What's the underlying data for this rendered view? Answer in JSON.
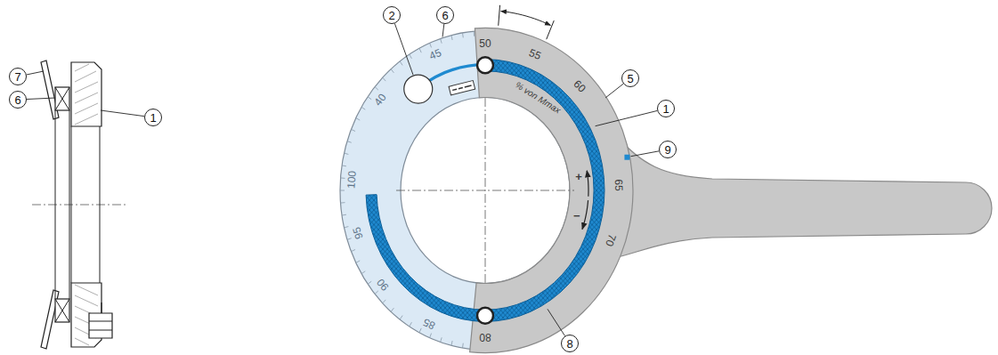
{
  "diagram": {
    "labels": [
      "7",
      "6",
      "1",
      "2",
      "6",
      "5",
      "1",
      "9",
      "8",
      "40",
      "45",
      "50",
      "55",
      "60",
      "65",
      "70",
      "80",
      "85",
      "90",
      "95",
      "100",
      "% von Mmax",
      "+",
      "−"
    ]
  }
}
